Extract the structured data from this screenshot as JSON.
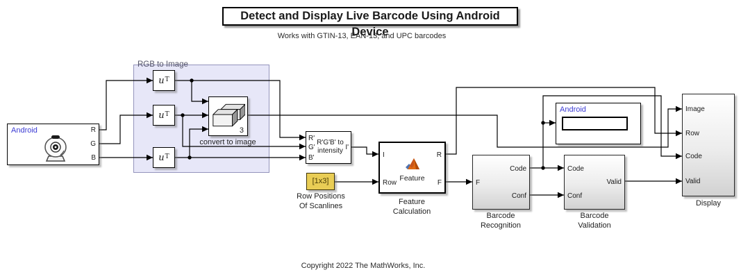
{
  "title": "Detect and Display Live Barcode Using Android Device",
  "subtitle": "Works with GTIN-13, EAN-13, and UPC barcodes",
  "copyright": "Copyright 2022 The MathWorks, Inc.",
  "colors": {
    "area_fill": "#e7e7f8",
    "area_border": "#9494bc",
    "android_label": "#3c3cd4",
    "constant_fill": "#e9cd55",
    "constant_text": "#4a3c05",
    "gradient_bottom": "#d2d2d2",
    "wire": "#000000"
  },
  "camera": {
    "label": "Android",
    "icon": "webcam-icon",
    "ports_out": [
      "R",
      "G",
      "B"
    ]
  },
  "rgb_area": {
    "label": "RGB to Image"
  },
  "transpose": {
    "base": "u",
    "sup": "T"
  },
  "convert": {
    "label": "convert to image",
    "badge": "3",
    "icon": "image-cubes-icon"
  },
  "intensity": {
    "ports_in": [
      "R'",
      "G'",
      "B'"
    ],
    "port_out": "I'",
    "line1": "R'G'B' to",
    "line2": "intensity"
  },
  "scanlines": {
    "value": "[1x3]",
    "label1": "Row Positions",
    "label2": "Of Scanlines"
  },
  "feature": {
    "ports_in": [
      "I",
      "Row"
    ],
    "ports_out": [
      "R",
      "F"
    ],
    "icon": "matlab-logo-icon",
    "icon_label": "Feature",
    "label1": "Feature",
    "label2": "Calculation"
  },
  "recognition": {
    "port_in": "F",
    "ports_out": [
      "Code",
      "Conf"
    ],
    "label1": "Barcode",
    "label2": "Recognition"
  },
  "validation": {
    "ports_in": [
      "Code",
      "Conf"
    ],
    "port_out": "Valid",
    "label1": "Barcode",
    "label2": "Validation"
  },
  "android_display": {
    "label": "Android"
  },
  "display": {
    "ports_in": [
      "Image",
      "Row",
      "Code",
      "Valid"
    ],
    "label": "Display"
  }
}
